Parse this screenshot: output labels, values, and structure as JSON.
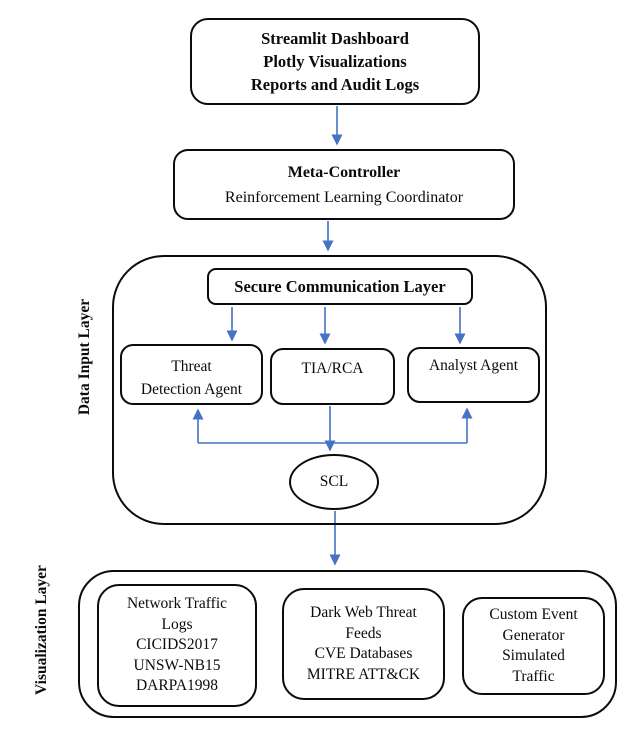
{
  "colors": {
    "arrow": "#4472C4",
    "border": "#0B0B0B",
    "background": "#FFFFFF"
  },
  "dashboard_box": {
    "lines": [
      "Streamlit Dashboard",
      "Plotly Visualizations",
      "Reports and Audit Logs"
    ]
  },
  "meta_controller_box": {
    "title": "Meta-Controller",
    "subtitle": "Reinforcement Learning Coordinator"
  },
  "data_input_layer": {
    "label": "Data Input Layer",
    "secure_comm_box": {
      "label": "Secure Communication Layer"
    },
    "threat_agent_box": {
      "lines": [
        "Threat",
        "Detection Agent"
      ]
    },
    "tia_rca_box": {
      "label": "TIA/RCA"
    },
    "analyst_box": {
      "label": "Analyst Agent"
    },
    "scl_ellipse": {
      "label": "SCL"
    }
  },
  "visualization_layer": {
    "label": "Visualization Layer",
    "network_box": {
      "lines": [
        "Network Traffic",
        "Logs",
        "CICIDS2017",
        "UNSW-NB15",
        "DARPA1998"
      ]
    },
    "darkweb_box": {
      "lines": [
        "Dark Web Threat",
        "Feeds",
        "CVE Databases",
        "MITRE ATT&CK"
      ]
    },
    "custom_box": {
      "lines": [
        "Custom Event",
        "Generator",
        "Simulated",
        "Traffic"
      ]
    }
  }
}
